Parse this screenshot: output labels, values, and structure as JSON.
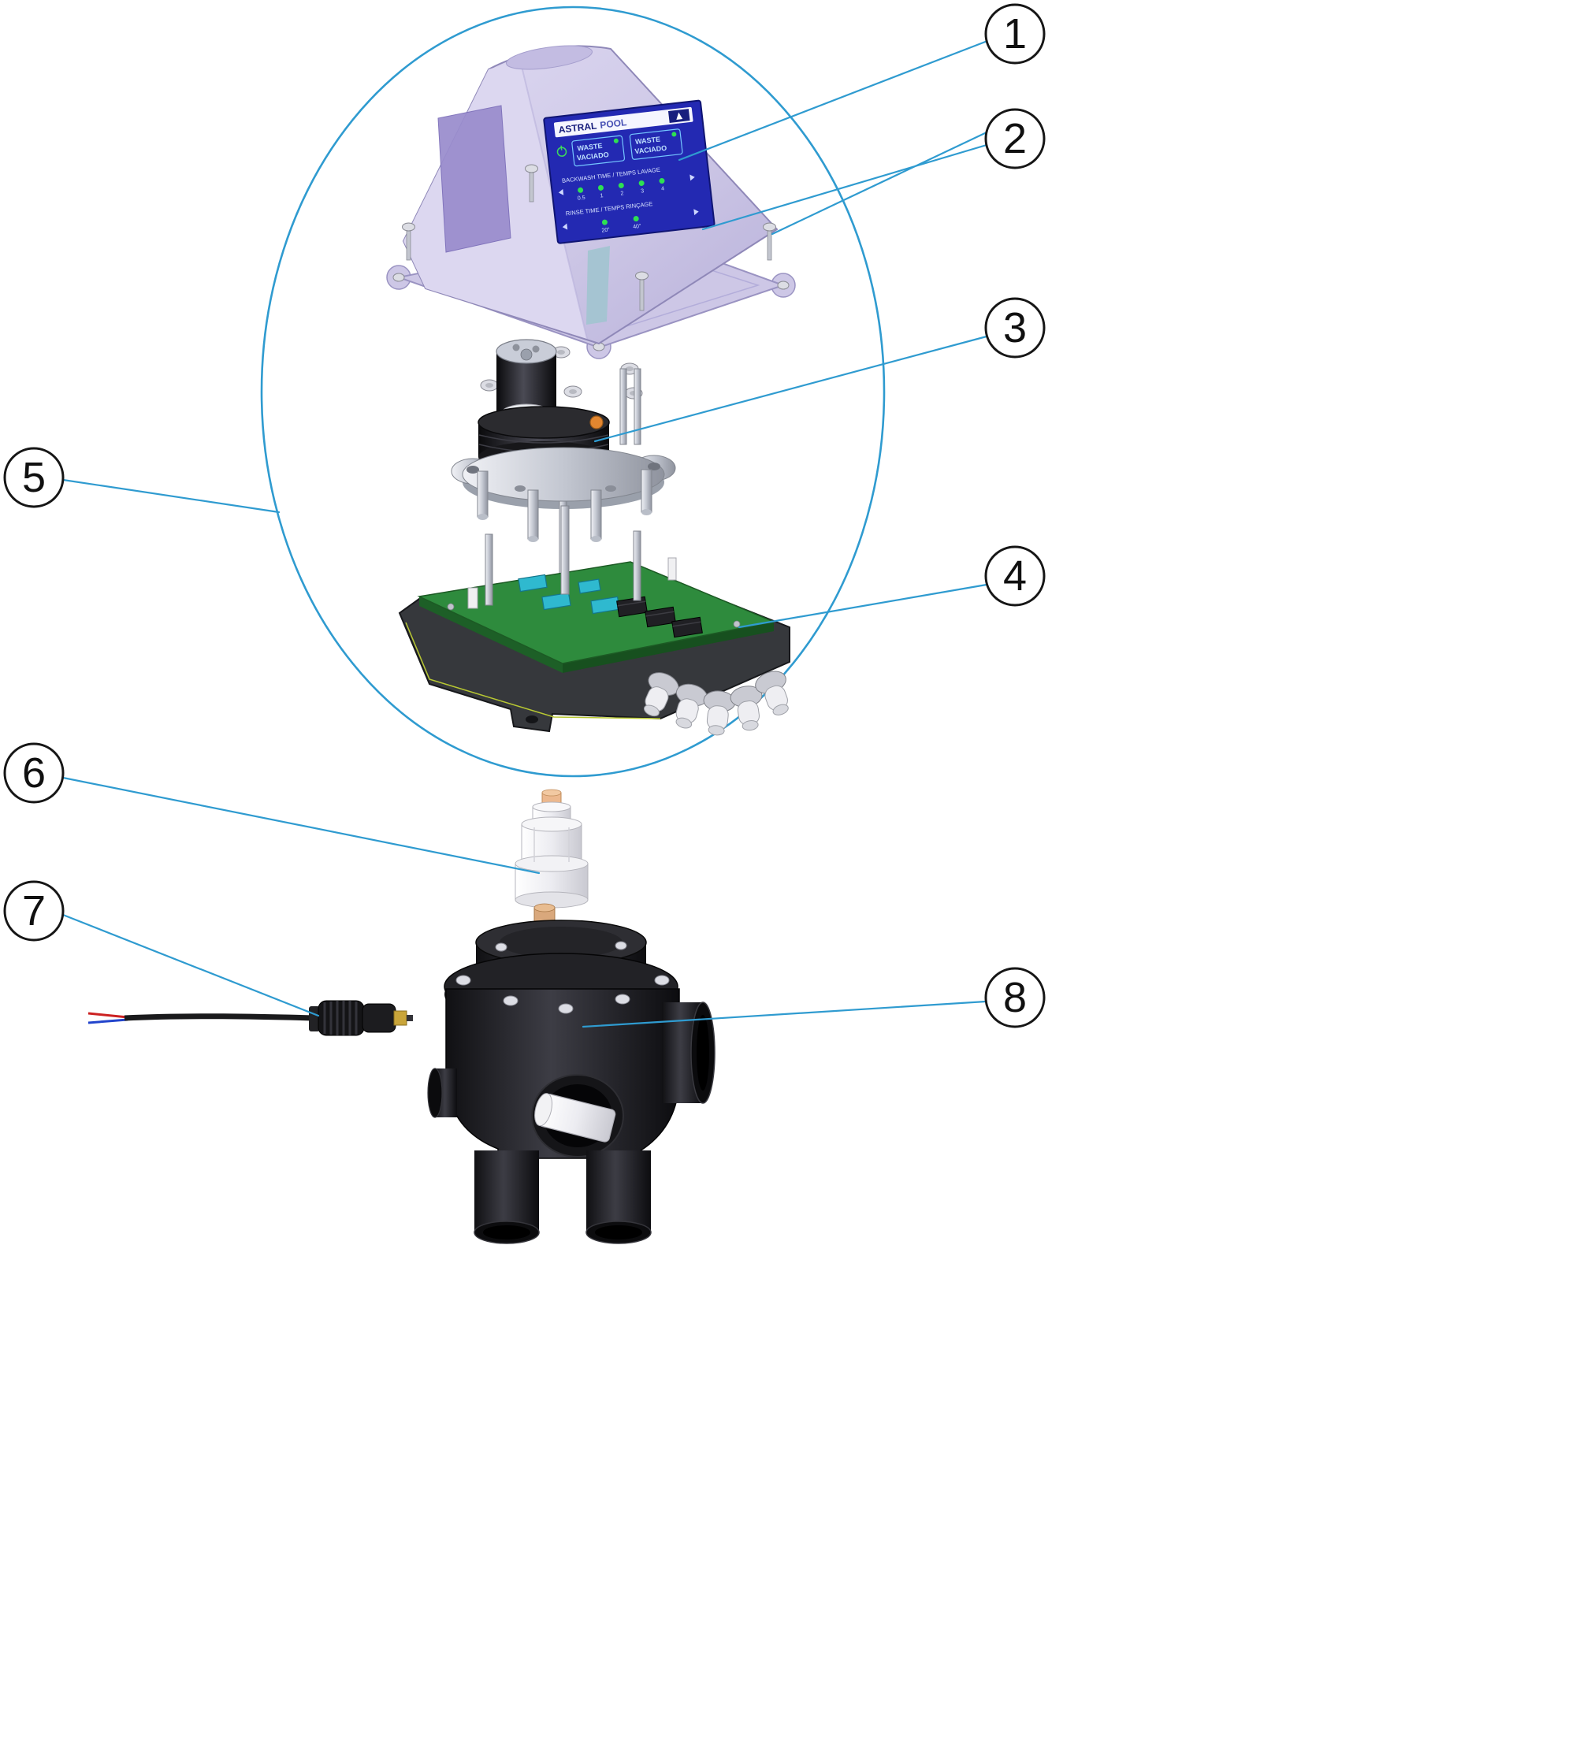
{
  "callouts": [
    {
      "label": "1"
    },
    {
      "label": "2"
    },
    {
      "label": "3"
    },
    {
      "label": "4"
    },
    {
      "label": "5"
    },
    {
      "label": "6"
    },
    {
      "label": "7"
    },
    {
      "label": "8"
    }
  ],
  "panel": {
    "brand_word1": "ASTRAL",
    "brand_word2": "POOL",
    "waste_box_left_line1": "WASTE",
    "waste_box_left_line2": "VACIADO",
    "waste_box_right_line1": "WASTE",
    "waste_box_right_line2": "VACIADO",
    "backwash_label": "BACKWASH TIME / TEMPS LAVAGE",
    "backwash_ticks": [
      "0.5",
      "1",
      "2",
      "3",
      "4"
    ],
    "rinse_label": "RINSE TIME / TEMPS RINÇAGE",
    "rinse_ticks": [
      "20\"",
      "40\""
    ]
  },
  "colors": {
    "leader_line": "#2f9bd0",
    "cover_lavender": "#cdc7e6",
    "window_purple": "#998ccd",
    "panel_blue": "#2329b2",
    "indicator_green": "#2ee052",
    "pcb_green": "#2e8b3d",
    "component_teal": "#2fb9cf",
    "valve_black": "#1b1b1e",
    "accent_orange": "#e2862f",
    "connector_gold": "#c9a53a"
  }
}
